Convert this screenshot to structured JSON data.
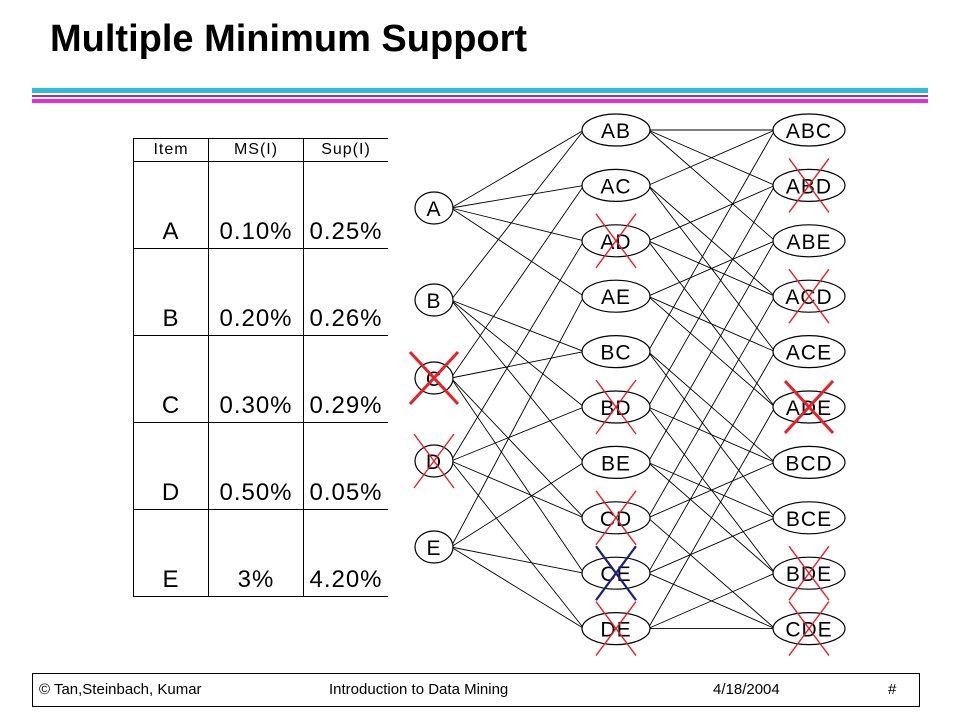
{
  "slide": {
    "title": "Multiple Minimum Support",
    "footer": {
      "authors": "© Tan,Steinbach, Kumar",
      "course": "Introduction to Data Mining",
      "date": "4/18/2004",
      "page": "#"
    }
  },
  "table": {
    "headers": [
      "Item",
      "MS(I)",
      "Sup(I)"
    ],
    "rows": [
      [
        "A",
        "0.10%",
        "0.25%"
      ],
      [
        "B",
        "0.20%",
        "0.26%"
      ],
      [
        "C",
        "0.30%",
        "0.29%"
      ],
      [
        "D",
        "0.50%",
        "0.05%"
      ],
      [
        "E",
        "3%",
        "4.20%"
      ]
    ]
  },
  "lattice": {
    "level1": [
      "A",
      "B",
      "C",
      "D",
      "E"
    ],
    "level2": [
      "AB",
      "AC",
      "AD",
      "AE",
      "BC",
      "BD",
      "BE",
      "CD",
      "CE",
      "DE"
    ],
    "level3": [
      "ABC",
      "ABD",
      "ABE",
      "ACD",
      "ACE",
      "ADE",
      "BCD",
      "BCE",
      "BDE",
      "CDE"
    ],
    "crossed_red": [
      "C",
      "D",
      "AD",
      "BD",
      "CD",
      "DE",
      "ABD",
      "ACD",
      "ADE",
      "BDE",
      "CDE"
    ],
    "crossed_blue": [
      "CE"
    ],
    "colors": {
      "red_cross": "#e8202a",
      "blue_cross": "#1c1f7a",
      "node_fill": "#ffffff",
      "edge": "#000000"
    }
  }
}
